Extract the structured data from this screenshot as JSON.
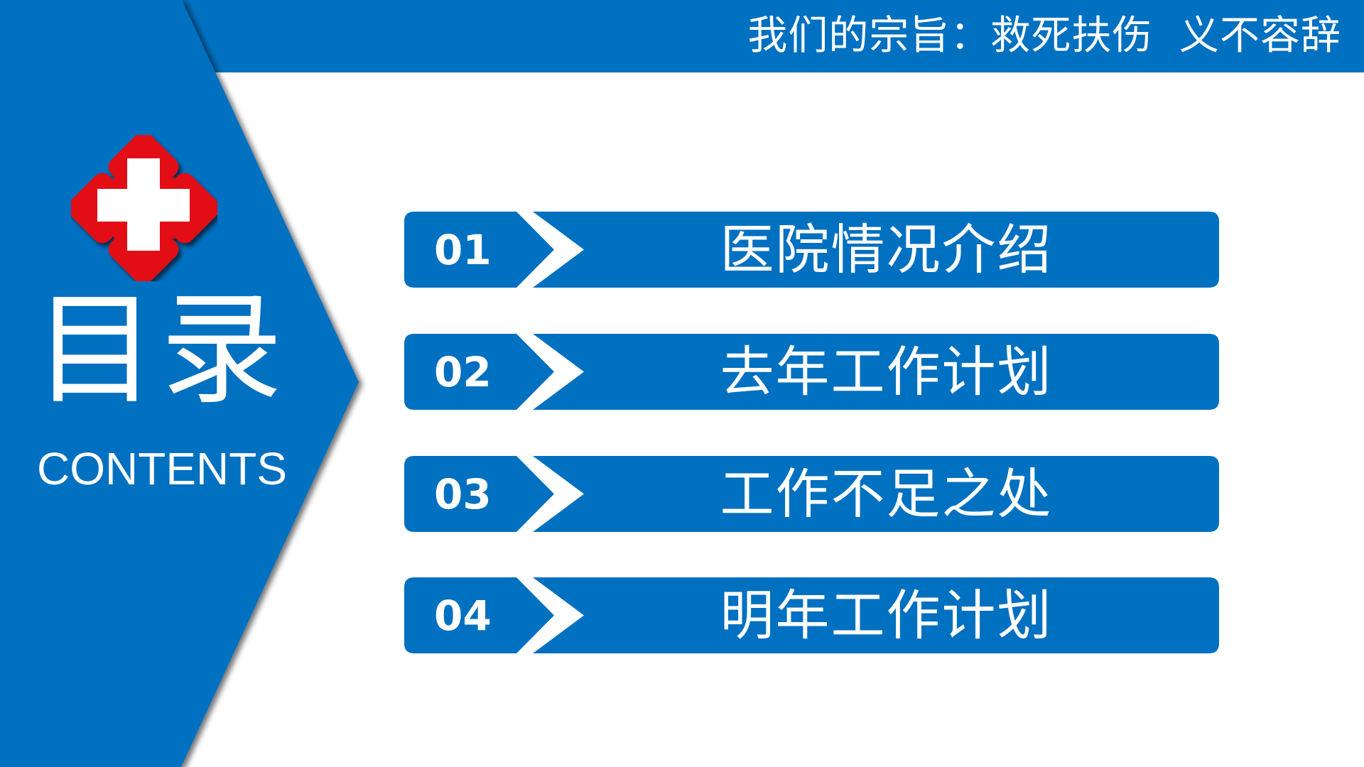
{
  "header": {
    "slogan": "我们的宗旨：救死扶伤  义不容辞"
  },
  "sidebar": {
    "logo_icon": "red-cross-icon",
    "title_cn": "目录",
    "title_en": "CONTENTS"
  },
  "menu": {
    "items": [
      {
        "number": "01",
        "label": "医院情况介绍",
        "icon": "chevron-right-icon"
      },
      {
        "number": "02",
        "label": "去年工作计划",
        "icon": "chevron-right-icon"
      },
      {
        "number": "03",
        "label": "工作不足之处",
        "icon": "chevron-right-icon"
      },
      {
        "number": "04",
        "label": "明年工作计划",
        "icon": "chevron-right-icon"
      }
    ]
  },
  "colors": {
    "primary_blue": "#0070C0",
    "logo_red": "#E30B17",
    "background": "#FFFFFF"
  }
}
